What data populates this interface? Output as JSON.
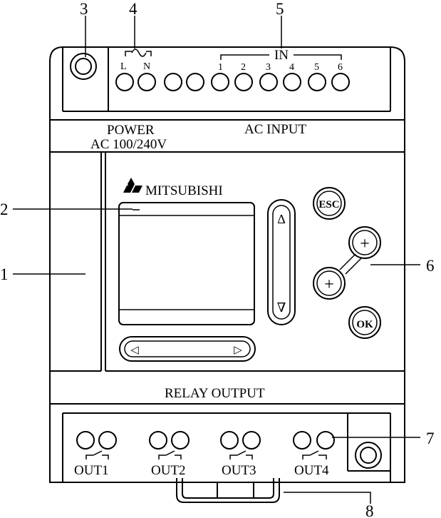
{
  "callouts": {
    "c1": "1",
    "c2": "2",
    "c3": "3",
    "c4": "4",
    "c5": "5",
    "c6": "6",
    "c7": "7",
    "c8": "8"
  },
  "power_terminals": {
    "symbol": "~",
    "l": "L",
    "n": "N"
  },
  "input_group": {
    "title": "IN",
    "labels": [
      "1",
      "2",
      "3",
      "4",
      "5",
      "6"
    ]
  },
  "panel": {
    "power_line1": "POWER",
    "power_line2": "AC 100/240V",
    "ac_input": "AC INPUT",
    "relay_output": "RELAY OUTPUT"
  },
  "brand": {
    "name": "MITSUBISHI"
  },
  "buttons": {
    "esc": "ESC",
    "plus_top": "+",
    "plus_bottom": "+",
    "ok": "OK"
  },
  "scroll": {
    "up": "Δ",
    "down": "∇",
    "left": "◁",
    "right": "▷"
  },
  "outputs": {
    "labels": [
      "OUT1",
      "OUT2",
      "OUT3",
      "OUT4"
    ]
  }
}
